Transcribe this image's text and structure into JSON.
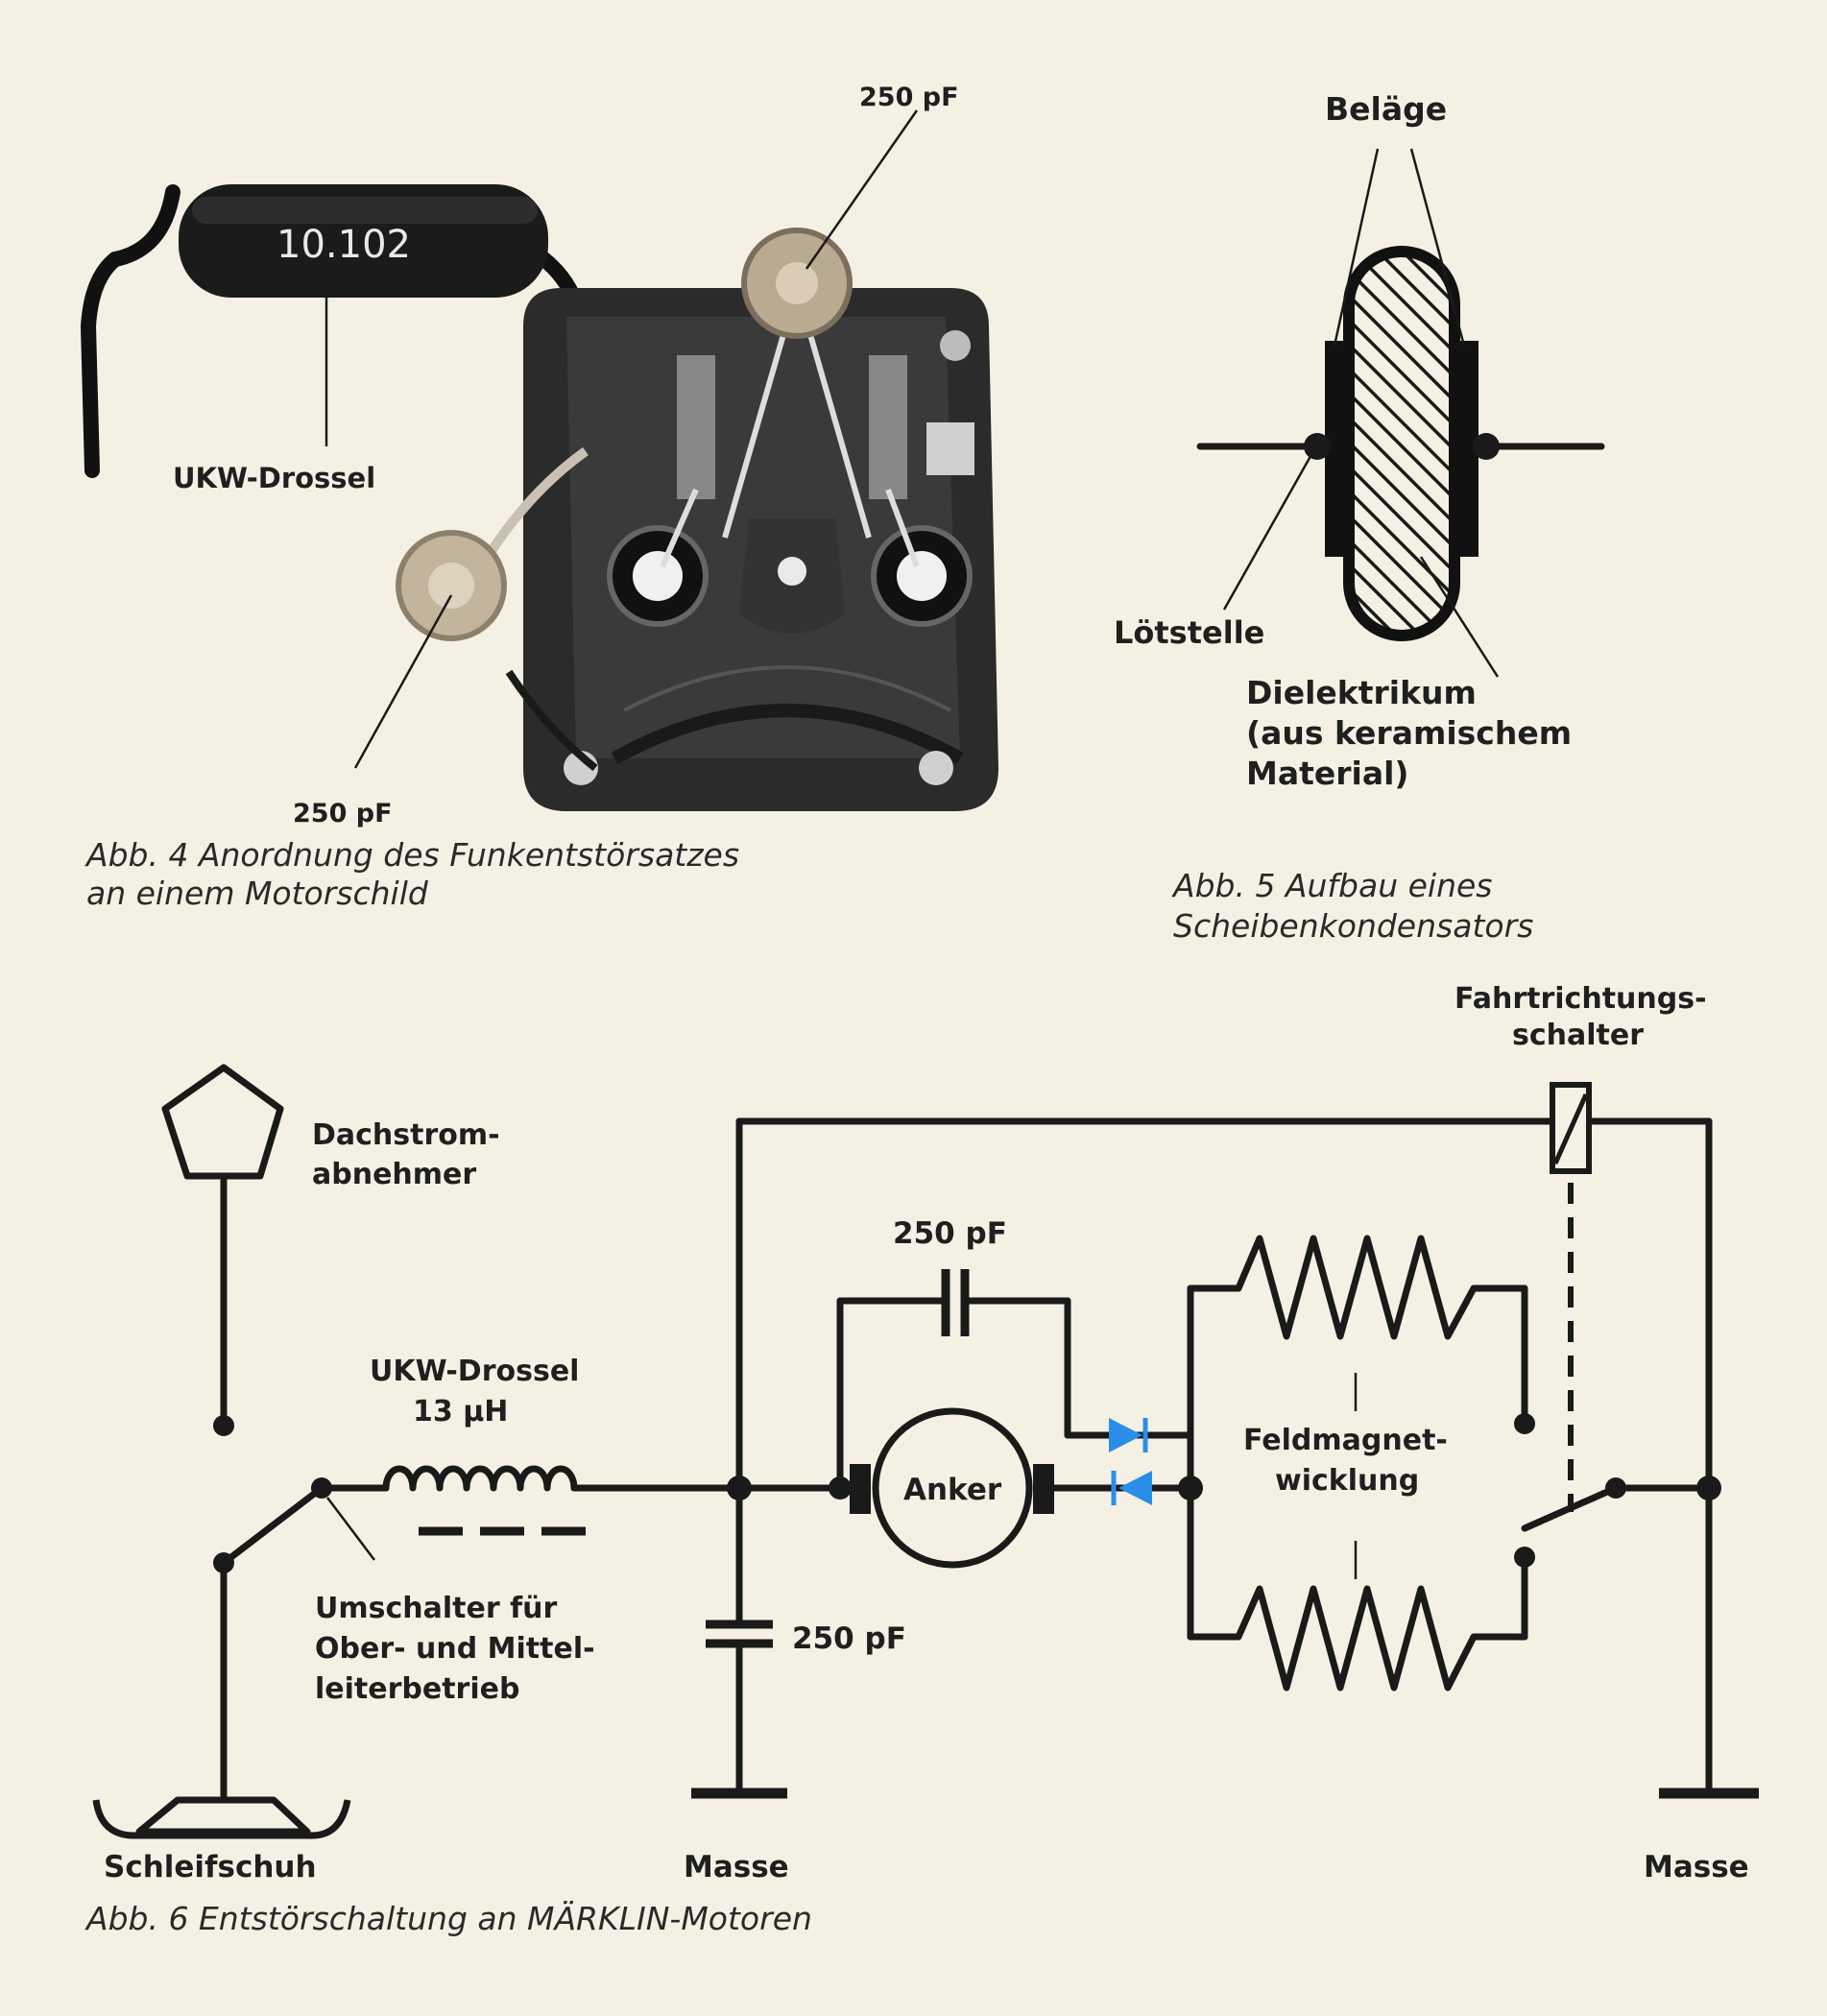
{
  "fig4": {
    "cap_top": "250 pF",
    "cap_bottom": "250 pF",
    "choke_label": "UKW-Drossel",
    "choke_marking": "10.102",
    "caption_line1": "Abb. 4  Anordnung des Funkentstörsatzes",
    "caption_line2": "an einem Motorschild"
  },
  "fig5": {
    "belaege": "Beläge",
    "loetstelle": "Lötstelle",
    "dielektrikum_1": "Dielektrikum",
    "dielektrikum_2": "(aus keramischem",
    "dielektrikum_3": "Material)",
    "caption_line1": "Abb. 5  Aufbau eines",
    "caption_line2": "Scheibenkondensators"
  },
  "fig6": {
    "fahrtrichtung_1": "Fahrtrichtungs-",
    "fahrtrichtung_2": "schalter",
    "dachstrom_1": "Dachstrom-",
    "dachstrom_2": "abnehmer",
    "cap_top": "250 pF",
    "choke_1": "UKW-Drossel",
    "choke_2": "13 µH",
    "anker": "Anker",
    "feld_1": "Feldmagnet-",
    "feld_2": "wicklung",
    "umschalter_1": "Umschalter für",
    "umschalter_2": "Ober- und Mittel-",
    "umschalter_3": "leiterbetrieb",
    "cap_bottom": "250 pF",
    "schleifschuh": "Schleifschuh",
    "masse_left": "Masse",
    "masse_right": "Masse",
    "caption": "Abb. 6   Entstörschaltung an MÄRKLIN-Motoren",
    "diode_color": "#2a8ee8"
  }
}
